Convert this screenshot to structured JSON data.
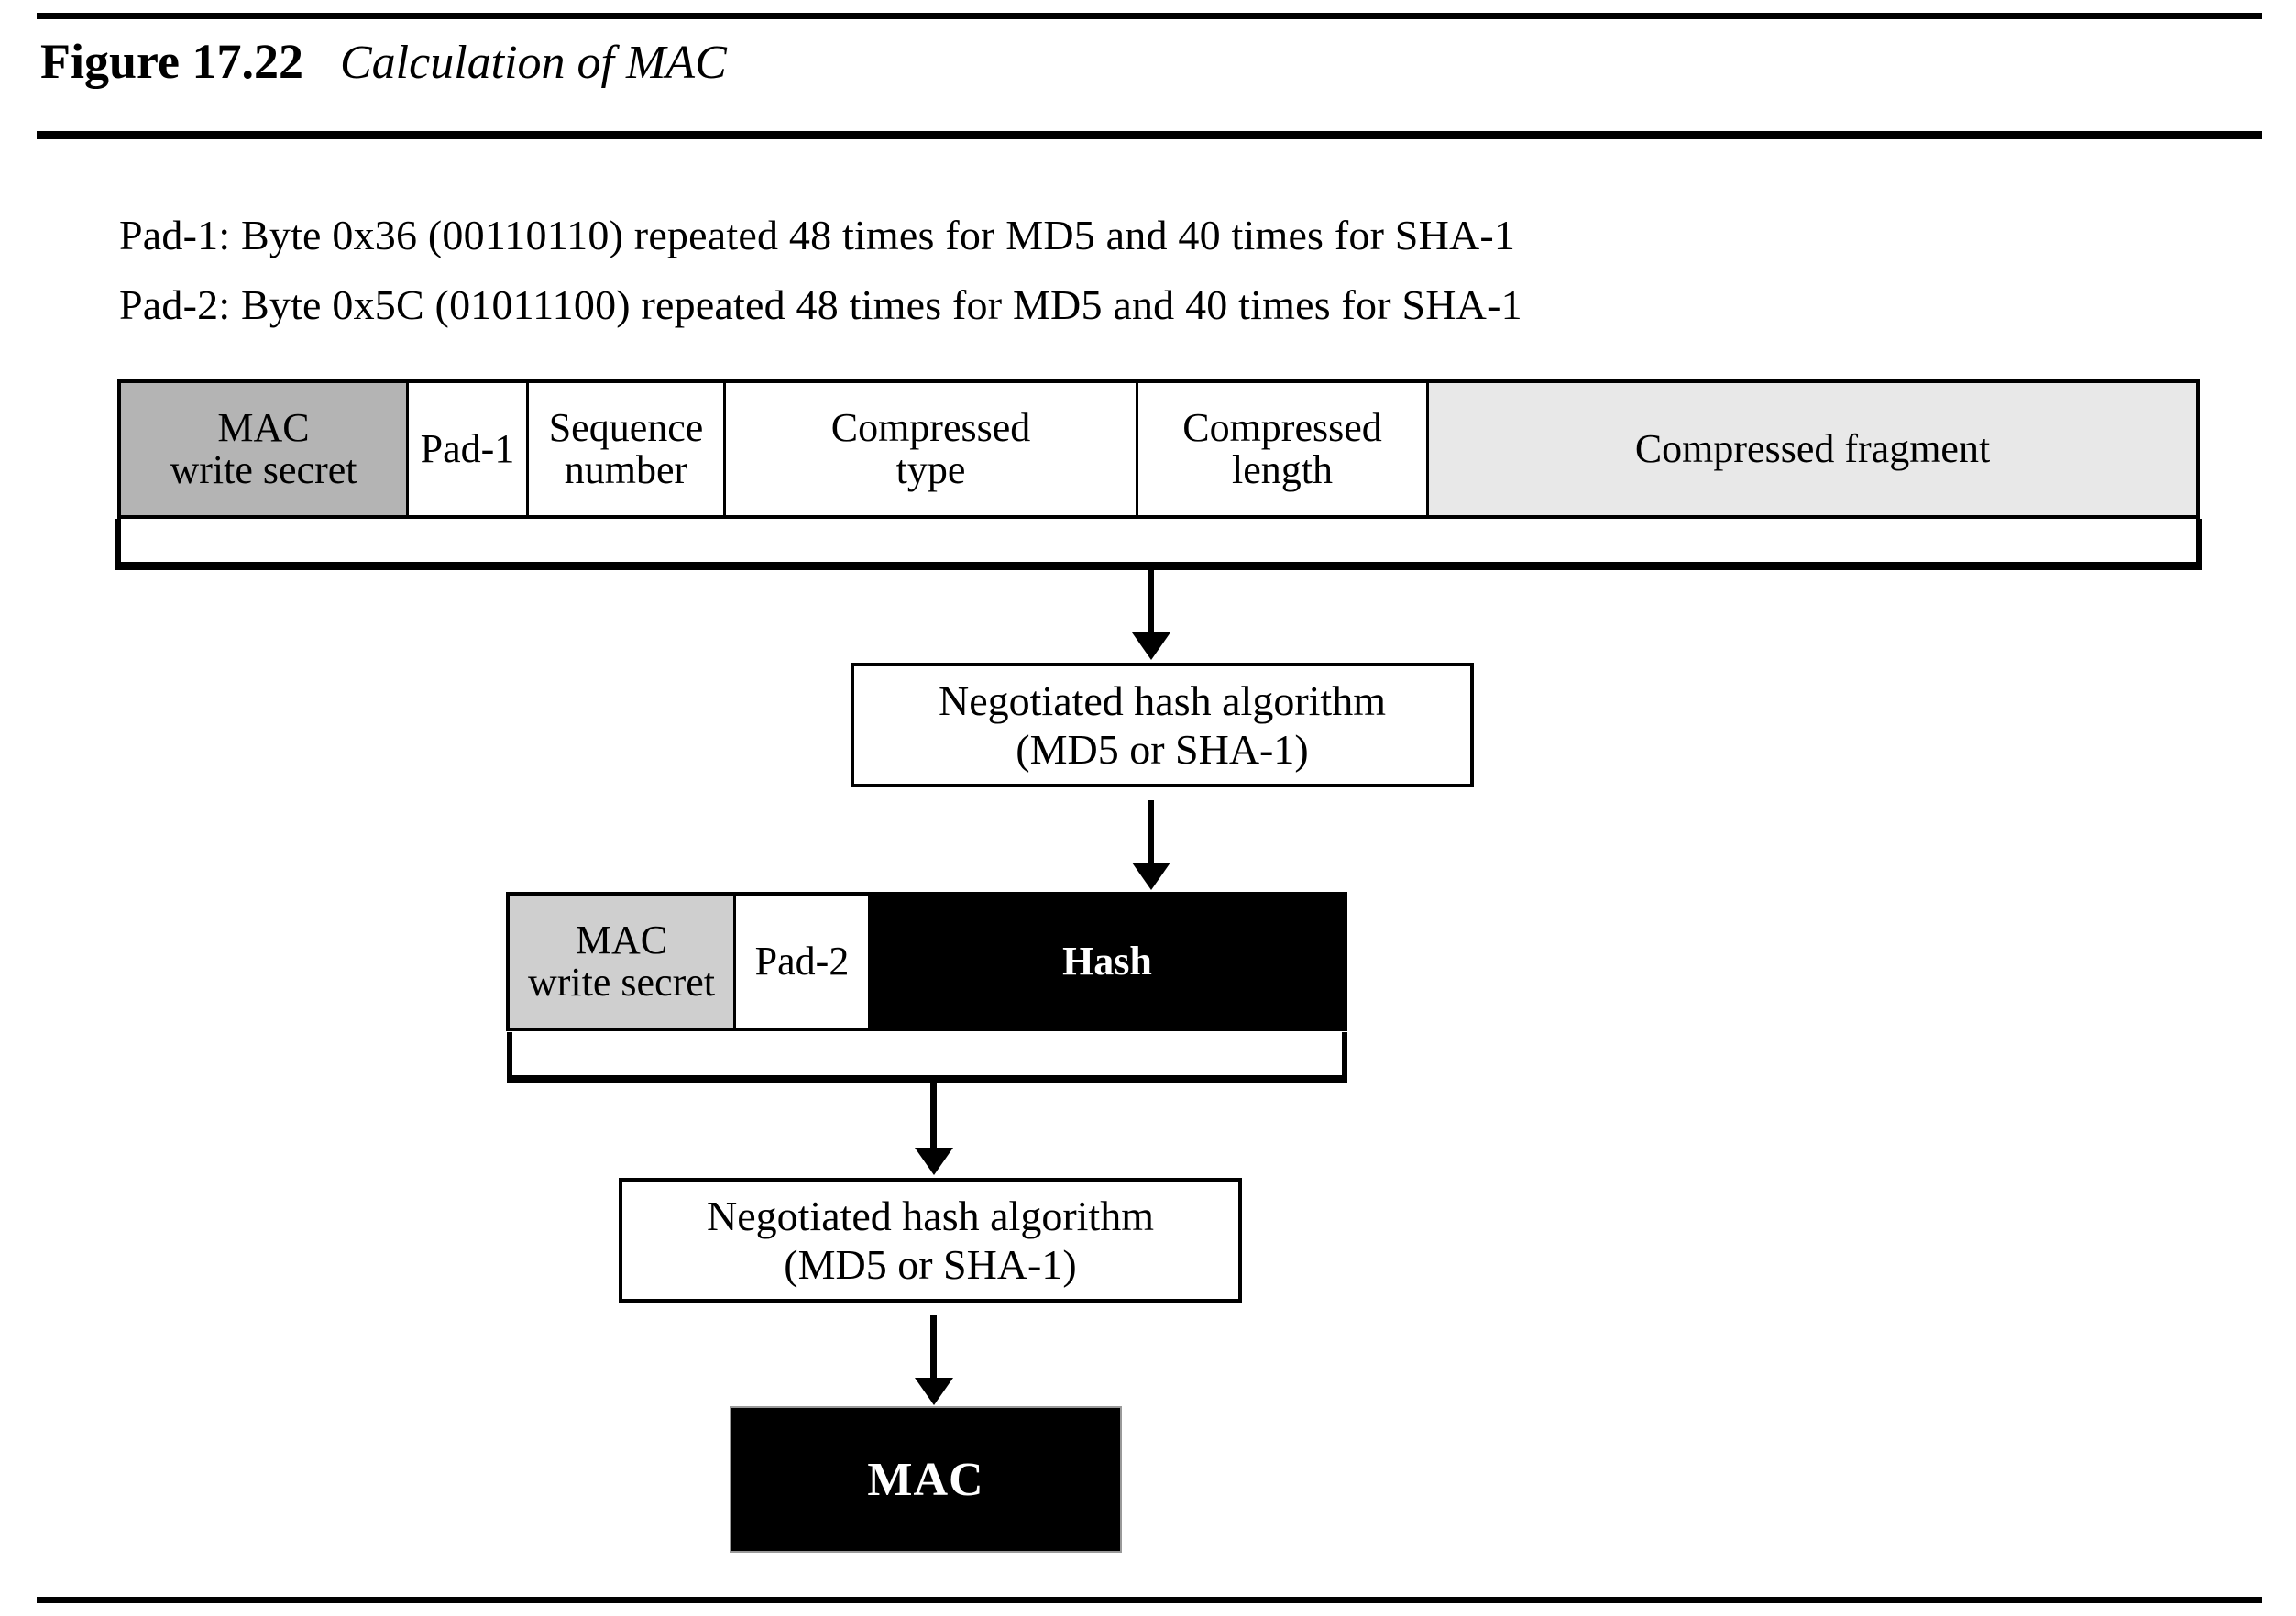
{
  "figure": {
    "number": "Figure 17.22",
    "caption": "Calculation of MAC"
  },
  "notes": [
    "Pad-1: Byte 0x36 (00110110) repeated 48 times for MD5 and 40 times for SHA-1",
    "Pad-2: Byte 0x5C (01011100) repeated 48 times for MD5 and 40 times for SHA-1"
  ],
  "bar_top": {
    "segments": [
      {
        "label_line1": "MAC",
        "label_line2": "write secret",
        "fill": "#b4b4b4",
        "fill_name": "gray-dark"
      },
      {
        "label_line1": "Pad-1",
        "label_line2": "",
        "fill": "#ffffff",
        "fill_name": "white"
      },
      {
        "label_line1": "Sequence",
        "label_line2": "number",
        "fill": "#ffffff",
        "fill_name": "white"
      },
      {
        "label_line1": "Compressed",
        "label_line2": "type",
        "fill": "#ffffff",
        "fill_name": "white"
      },
      {
        "label_line1": "Compressed",
        "label_line2": "length",
        "fill": "#ffffff",
        "fill_name": "white"
      },
      {
        "label_line1": "Compressed fragment",
        "label_line2": "",
        "fill": "#e8e8e8",
        "fill_name": "gray-light"
      }
    ]
  },
  "bar_mac2": {
    "segments": [
      {
        "label_line1": "MAC",
        "label_line2": "write secret",
        "fill": "#cfcfcf",
        "fill_name": "gray-mid"
      },
      {
        "label_line1": "Pad-2",
        "label_line2": "",
        "fill": "#ffffff",
        "fill_name": "white"
      },
      {
        "label_line1": "Hash",
        "label_line2": "",
        "fill": "#000000",
        "fill_name": "black"
      }
    ]
  },
  "hash_box_1": {
    "line1": "Negotiated hash algorithm",
    "line2": "(MD5 or SHA-1)"
  },
  "hash_box_2": {
    "line1": "Negotiated hash algorithm",
    "line2": "(MD5 or SHA-1)"
  },
  "result": {
    "label": "MAC"
  }
}
